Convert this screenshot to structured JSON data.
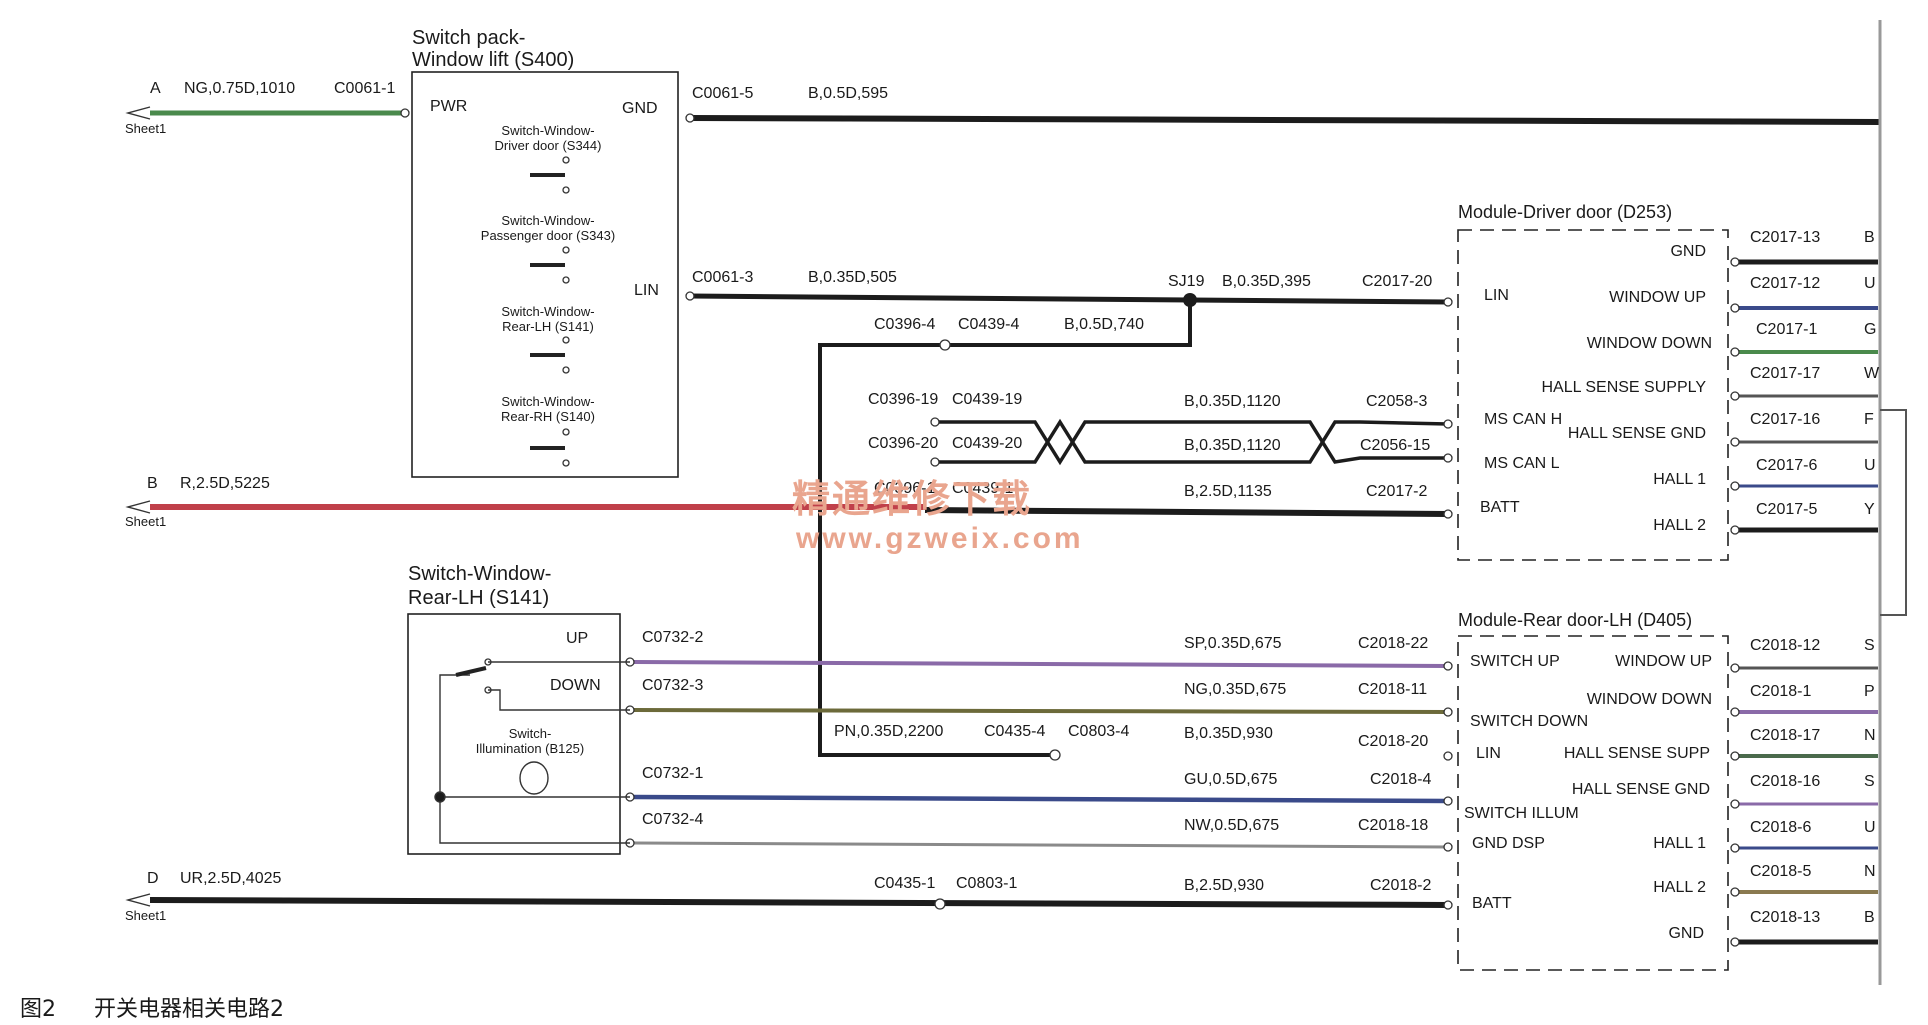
{
  "colors": {
    "black": "#1c1c1c",
    "green": "#4a8a4c",
    "red": "#c0404a",
    "purple": "#8a6aa8",
    "olive": "#6c6a3a",
    "blue": "#3a4a8a",
    "grey": "#8a8a8a",
    "tan": "#8a7a50",
    "watermark": "#e9a58e"
  },
  "switch_pack": {
    "title1": "Switch pack-",
    "title2": "Window lift (S400)",
    "pwr": "PWR",
    "gnd": "GND",
    "lin": "LIN",
    "sw1a": "Switch-Window-",
    "sw1b": "Driver door (S344)",
    "sw2a": "Switch-Window-",
    "sw2b": "Passenger door (S343)",
    "sw3a": "Switch-Window-",
    "sw3b": "Rear-LH (S141)",
    "sw4a": "Switch-Window-",
    "sw4b": "Rear-RH (S140)"
  },
  "rear_switch": {
    "title1": "Switch-Window-",
    "title2": "Rear-LH (S141)",
    "up": "UP",
    "down": "DOWN",
    "illum1": "Switch-",
    "illum2": "Illumination (B125)"
  },
  "module_driver": {
    "title": "Module-Driver door (D253)",
    "lin": "LIN",
    "ms_can_h": "MS CAN H",
    "ms_can_l": "MS CAN L",
    "batt": "BATT",
    "gnd": "GND",
    "window_up": "WINDOW UP",
    "window_down": "WINDOW DOWN",
    "hall_sense_supply": "HALL SENSE SUPPLY",
    "hall_sense_gnd": "HALL SENSE GND",
    "hall1": "HALL 1",
    "hall2": "HALL 2"
  },
  "module_rear": {
    "title": "Module-Rear door-LH (D405)",
    "switch_up": "SWITCH UP",
    "switch_down": "SWITCH DOWN",
    "lin": "LIN",
    "switch_illum": "SWITCH ILLUM",
    "gnd_dsp": "GND DSP",
    "batt": "BATT",
    "window_up": "WINDOW UP",
    "window_down": "WINDOW DOWN",
    "hall_sense_supp": "HALL SENSE SUPP",
    "hall_sense_gnd": "HALL SENSE GND",
    "hall1": "HALL 1",
    "hall2": "HALL 2",
    "gnd": "GND"
  },
  "sheet_refs": {
    "a_letter": "A",
    "a_sheet": "Sheet1",
    "a_wire": "NG,0.75D,1010",
    "a_conn": "C0061-1",
    "b_letter": "B",
    "b_sheet": "Sheet1",
    "b_wire": "R,2.5D,5225",
    "d_letter": "D",
    "d_sheet": "Sheet1",
    "d_wire": "UR,2.5D,4025"
  },
  "wires": {
    "gnd_conn": "C0061-5",
    "gnd_wire": "B,0.5D,595",
    "lin_conn": "C0061-3",
    "lin_wire": "B,0.35D,505",
    "sj": "SJ19",
    "sj_wire": "B,0.35D,395",
    "lin_dest": "C2017-20",
    "c0396_4": "C0396-4",
    "c0439_4": "C0439-4",
    "w740": "B,0.5D,740",
    "c0396_19": "C0396-19",
    "c0439_19": "C0439-19",
    "w1120a": "B,0.35D,1120",
    "c2058_3": "C2058-3",
    "c0396_20": "C0396-20",
    "c0439_20": "C0439-20",
    "w1120b": "B,0.35D,1120",
    "c2056_15": "C2056-15",
    "c0396_1": "C0396-1",
    "c0439_1": "C0439-1",
    "w1135": "B,2.5D,1135",
    "c2017_2": "C2017-2",
    "c0732_2": "C0732-2",
    "w675a": "SP,0.35D,675",
    "c2018_22": "C2018-22",
    "c0732_3": "C0732-3",
    "w675b": "NG,0.35D,675",
    "c2018_11": "C2018-11",
    "w2200": "PN,0.35D,2200",
    "c0435_4": "C0435-4",
    "c0803_4": "C0803-4",
    "w930a": "B,0.35D,930",
    "c2018_20": "C2018-20",
    "c0732_1": "C0732-1",
    "w675c": "GU,0.5D,675",
    "c2018_4": "C2018-4",
    "c0732_4": "C0732-4",
    "w675d": "NW,0.5D,675",
    "c2018_18": "C2018-18",
    "c0435_1": "C0435-1",
    "c0803_1": "C0803-1",
    "w930b": "B,2.5D,930",
    "c2018_2": "C2018-2"
  },
  "right_conn_driver": [
    {
      "conn": "C2017-13",
      "code": "B"
    },
    {
      "conn": "C2017-12",
      "code": "U"
    },
    {
      "conn": "C2017-1",
      "code": "G"
    },
    {
      "conn": "C2017-17",
      "code": "W"
    },
    {
      "conn": "C2017-16",
      "code": "F"
    },
    {
      "conn": "C2017-6",
      "code": "U"
    },
    {
      "conn": "C2017-5",
      "code": "Y"
    }
  ],
  "right_conn_rear": [
    {
      "conn": "C2018-12",
      "code": "S"
    },
    {
      "conn": "C2018-1",
      "code": "P"
    },
    {
      "conn": "C2018-17",
      "code": "N"
    },
    {
      "conn": "C2018-16",
      "code": "S"
    },
    {
      "conn": "C2018-6",
      "code": "U"
    },
    {
      "conn": "C2018-5",
      "code": "N"
    },
    {
      "conn": "C2018-13",
      "code": "B"
    }
  ],
  "watermark": {
    "line1": "精通维修下载",
    "line2": "www.gzweix.com"
  },
  "caption": {
    "fig": "图2",
    "text": "开关电器相关电路2"
  }
}
